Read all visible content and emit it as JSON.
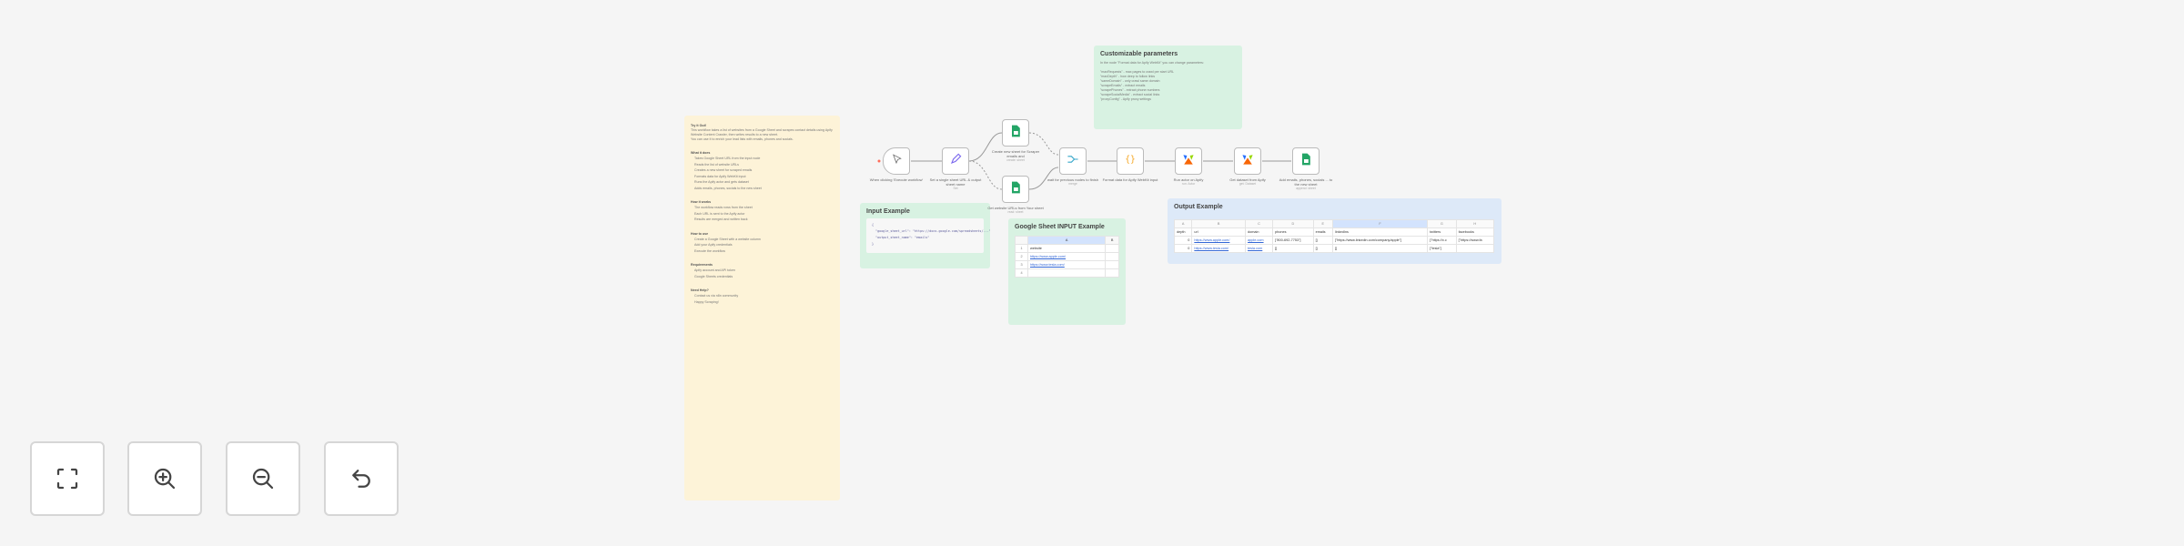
{
  "controls": {
    "fit": "fit-view",
    "zoom_in": "zoom-in",
    "zoom_out": "zoom-out",
    "undo": "undo"
  },
  "notes": {
    "main": {
      "title": "Try it Out!",
      "lines": [
        "This workflow takes a list of websites from a Google Sheet and scrapes contact details using Apify",
        "Website Content Crawler, then writes results to a new sheet.",
        "You can use it to enrich your lead lists with emails, phones and socials."
      ],
      "sections": [
        {
          "heading": "What it does",
          "items": [
            "Takes Google Sheet URL from the input node",
            "Reads the list of website URLs",
            "Creates a new sheet for scraped emails",
            "Formats data for Apify WebKit input",
            "Runs the Apify actor and gets dataset",
            "Adds emails, phones, socials to the new sheet"
          ]
        },
        {
          "heading": "How it works",
          "items": [
            "The workflow reads rows from the sheet",
            "Each URL is sent to the Apify actor",
            "Results are merged and written back"
          ]
        },
        {
          "heading": "How to use",
          "items": [
            "Create a Google Sheet with a website column",
            "Add your Apify credentials",
            "Execute the workflow"
          ]
        },
        {
          "heading": "Requirements",
          "items": [
            "Apify account and API token",
            "Google Sheets credentials"
          ]
        },
        {
          "heading": "Need Help?",
          "items": [
            "Contact us via n8n community",
            "Happy Scraping!"
          ]
        }
      ]
    },
    "params": {
      "title": "Customizable parameters",
      "lines": [
        "In the node \"Format data for Apify WebKit\" you can change parameters:",
        "\"maxRequests\" - max pages to crawl per start URL",
        "\"maxDepth\" - how deep to follow links",
        "\"sameDomain\" - only crawl same domain",
        "\"scrapeEmails\" - extract emails",
        "\"scrapePhones\" - extract phone numbers",
        "\"scrapeSocialMedia\" - extract social links",
        "\"proxyConfig\" - Apify proxy settings"
      ]
    },
    "input": {
      "title": "Input Example",
      "code": [
        "{",
        "  \"google_sheet_url\": \"https://docs.google.com/spreadsheets/...\",",
        "  \"output_sheet_name\": \"emails\"",
        "}"
      ]
    },
    "gsheet": {
      "title": "Google Sheet INPUT Example",
      "cols": [
        "",
        "A",
        "B"
      ],
      "rows": [
        [
          "1",
          "website",
          ""
        ],
        [
          "2",
          "https://www.apple.com/",
          ""
        ],
        [
          "3",
          "https://www.tesla.com/",
          ""
        ],
        [
          "4",
          "",
          ""
        ]
      ]
    },
    "output": {
      "title": "Output Example",
      "cols": [
        "A",
        "B",
        "C",
        "D",
        "E",
        "F",
        "G",
        "H"
      ],
      "header": [
        "depth",
        "url",
        "domain",
        "phones",
        "emails",
        "linkedIns",
        "twitters",
        "facebooks"
      ],
      "rows": [
        [
          "0",
          "https://www.apple.com/",
          "apple.com",
          "[\"800-692-7753\"]",
          "[]",
          "[\"https://www.linkedin.com/company/apple\"]",
          "[\"https://x.c",
          "[\"https://www.fa"
        ],
        [
          "0",
          "https://www.tesla.com/",
          "tesla.com",
          "[]",
          "[]",
          "[]",
          "[\"tesla\"]",
          ""
        ]
      ]
    }
  },
  "nodes": [
    {
      "label": "When clicking 'Execute workflow'",
      "sub": "",
      "icon": "cursor-icon"
    },
    {
      "label": "Set a single sheet URL & output sheet name",
      "sub": "Set",
      "icon": "pencil-icon"
    },
    {
      "label": "Create new sheet for Scraper emails and",
      "sub": "create: sheet",
      "icon": "google-sheets-icon"
    },
    {
      "label": "Get website URLs from Your sheet",
      "sub": "read: sheet",
      "icon": "google-sheets-icon"
    },
    {
      "label": "wait for previous nodes to finish",
      "sub": "merge",
      "icon": "merge-icon"
    },
    {
      "label": "Format data for Apify WebKit input",
      "sub": "",
      "icon": "code-braces-icon"
    },
    {
      "label": "Run actor on Apify",
      "sub": "run: Actor",
      "icon": "apify-icon"
    },
    {
      "label": "Get dataset from Apify",
      "sub": "get: Dataset",
      "icon": "apify-icon"
    },
    {
      "label": "Add emails, phones, socials ... to the new sheet",
      "sub": "append: sheet",
      "icon": "google-sheets-icon"
    }
  ],
  "colors": {
    "sheets": "#23a566",
    "apify_orange": "#f86606",
    "apify_blue": "#246dff",
    "code": "#f5a623",
    "edit": "#7b68ee",
    "merge": "#35a6c9"
  }
}
